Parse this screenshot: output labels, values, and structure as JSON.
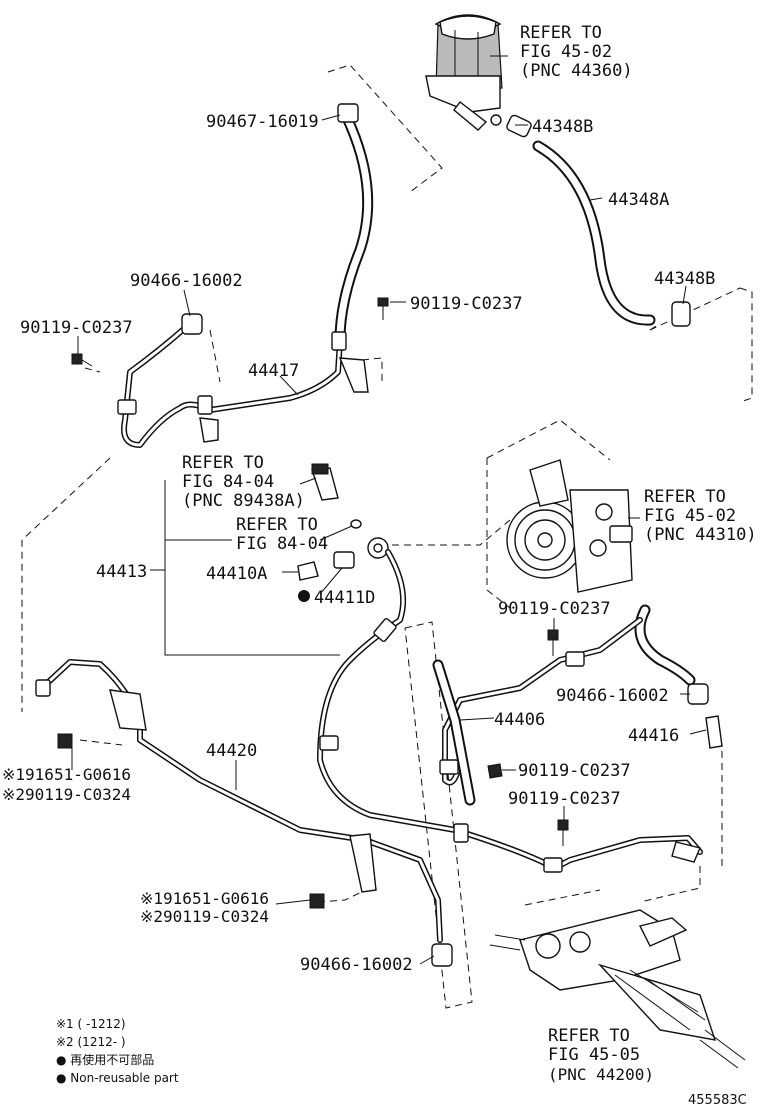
{
  "labels": {
    "refer_reservoir": [
      "REFER TO",
      "FIG 45-02",
      "(PNC 44360)"
    ],
    "p_90467_16019": "90467-16019",
    "p_44348B_top": "44348B",
    "p_44348A": "44348A",
    "p_44348B_mid": "44348B",
    "p_90466_16002_top": "90466-16002",
    "p_90119_C0237_a": "90119-C0237",
    "p_90119_C0237_b": "90119-C0237",
    "p_44417": "44417",
    "refer_fig84_a": [
      "REFER TO",
      "FIG 84-04",
      "(PNC 89438A)"
    ],
    "refer_fig84_b": [
      "REFER TO",
      "FIG 84-04"
    ],
    "refer_pump": [
      "REFER TO",
      "FIG 45-02",
      "(PNC 44310)"
    ],
    "p_44413": "44413",
    "p_44410A": "44410A",
    "p_44411D": "44411D",
    "p_90119_C0237_c": "90119-C0237",
    "p_90466_16002_mid": "90466-16002",
    "p_44406": "44406",
    "p_44416": "44416",
    "p_90119_C0237_d": "90119-C0237",
    "p_90119_C0237_e": "90119-C0237",
    "p_44420": "44420",
    "p_mark1_91651_G0616_a": "※191651-G0616",
    "p_mark2_90119_C0324_a": "※290119-C0324",
    "p_mark1_91651_G0616_b": "※191651-G0616",
    "p_mark2_90119_C0324_b": "※290119-C0324",
    "p_90466_16002_bot": "90466-16002",
    "refer_gear": [
      "REFER TO",
      "FIG 45-05",
      "(PNC 44200)"
    ]
  },
  "notes": {
    "mark1": "※1 (    -1212)",
    "mark2": "※2 (1212-    )",
    "non_reusable_jp": "● 再使用不可部品",
    "non_reusable_en": "● Non-reusable part"
  },
  "figure_code": "455583C"
}
